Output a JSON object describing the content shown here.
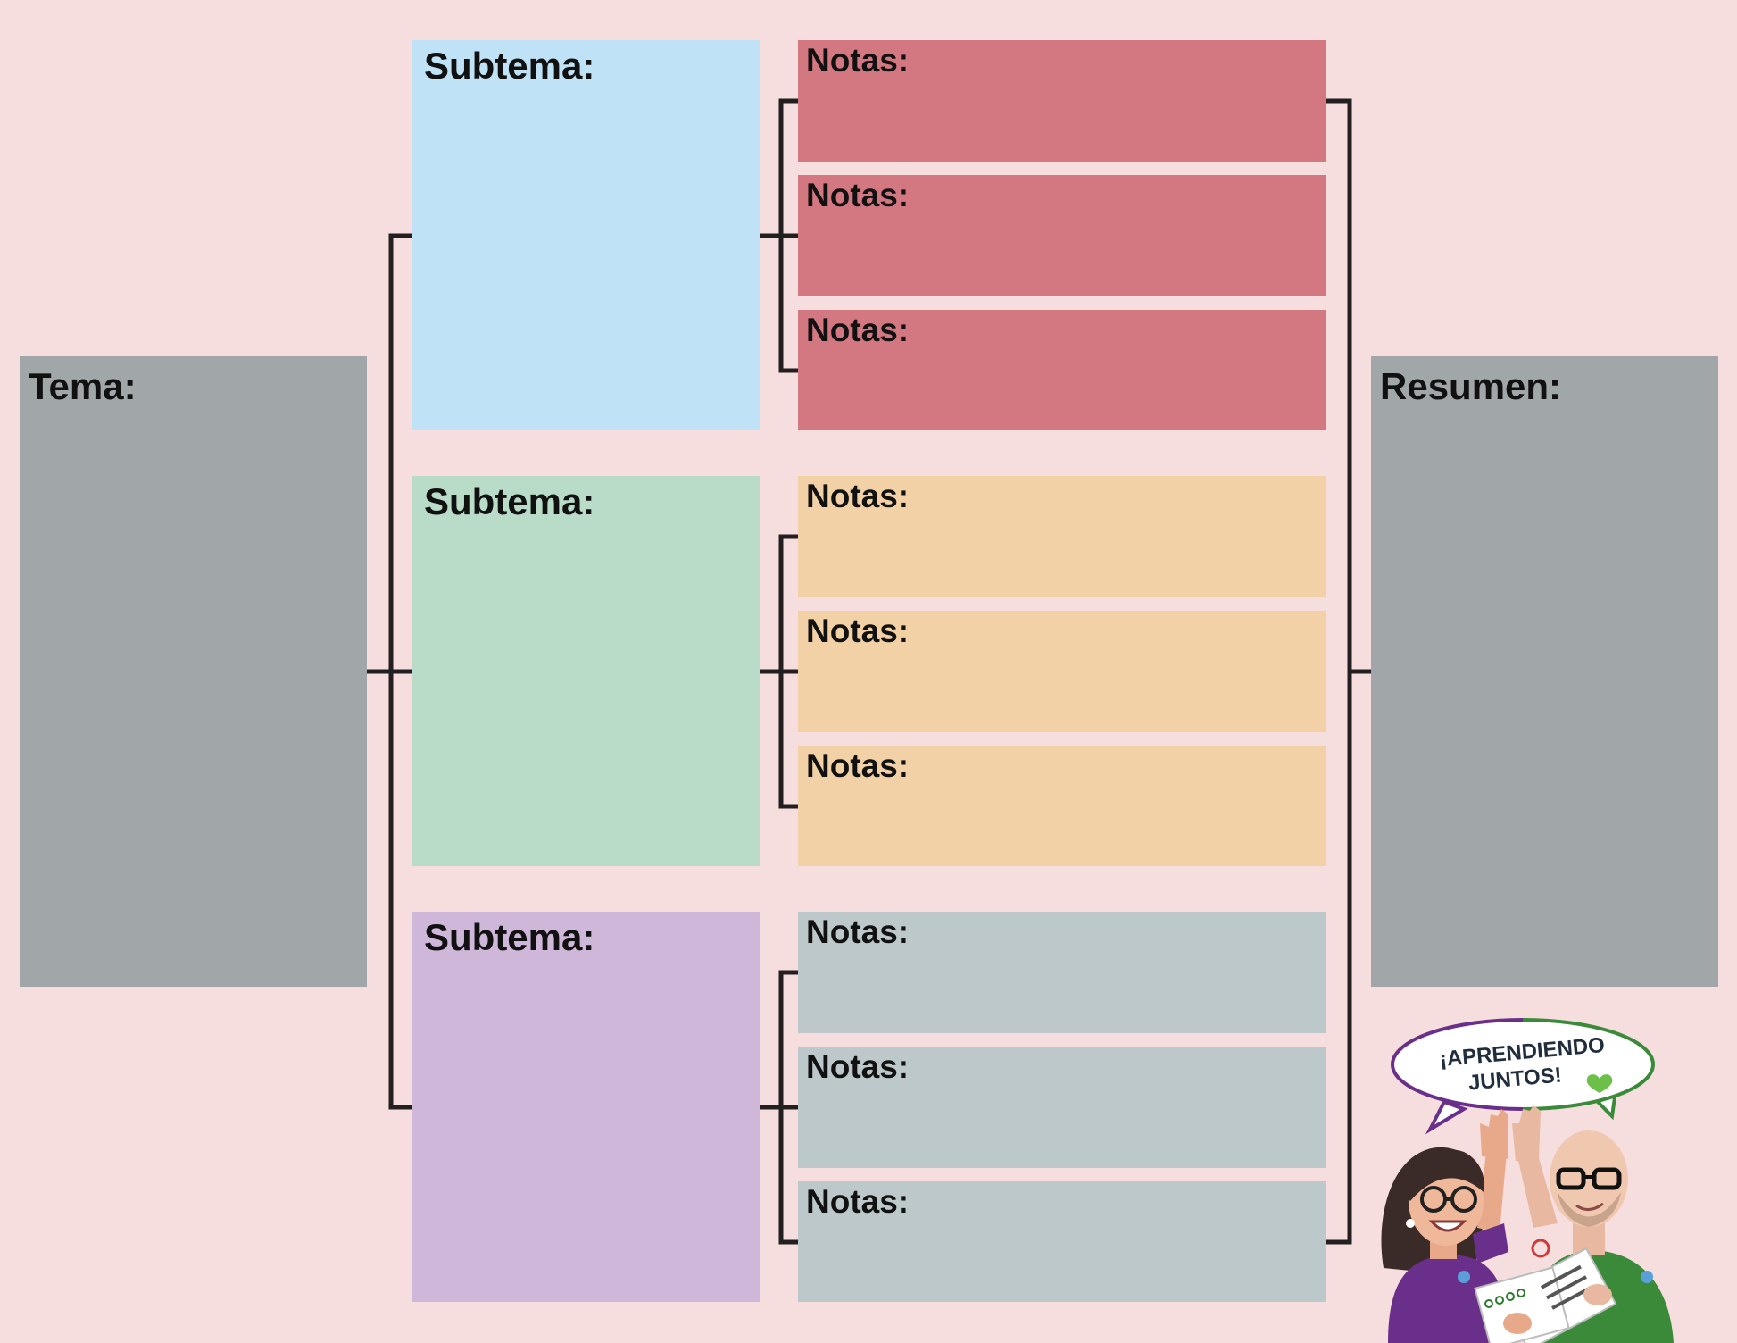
{
  "colors": {
    "background": "#f5dedd",
    "tema": "#a1a6a9",
    "resumen": "#a1a6a9",
    "subtema": [
      "#c0e2f7",
      "#b9dcc8",
      "#cfb7da"
    ],
    "notas": [
      "#d37780",
      "#f2d1a7",
      "#bcc8c9"
    ],
    "connector": "#231f20"
  },
  "tema": {
    "label": "Tema:"
  },
  "resumen": {
    "label": "Resumen:"
  },
  "subtemas": [
    {
      "label": "Subtema:",
      "notas": [
        "Notas:",
        "Notas:",
        "Notas:"
      ]
    },
    {
      "label": "Subtema:",
      "notas": [
        "Notas:",
        "Notas:",
        "Notas:"
      ]
    },
    {
      "label": "Subtema:",
      "notas": [
        "Notas:",
        "Notas:",
        "Notas:"
      ]
    }
  ],
  "illustration": {
    "speech_bubble": [
      "¡APRENDIENDO",
      "JUNTOS!"
    ],
    "icon": "two-teachers-high-five-illustration"
  }
}
